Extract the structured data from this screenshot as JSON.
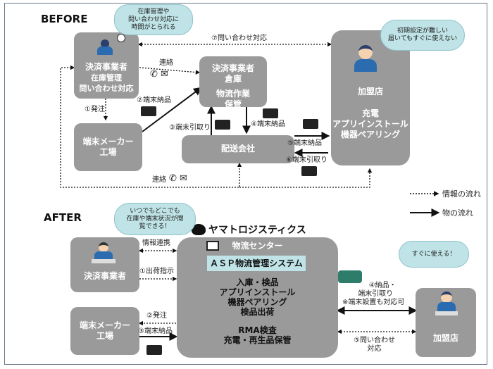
{
  "before": {
    "title": "BEFORE",
    "settlement": {
      "name": "決済事業者",
      "sub1": "在庫管理",
      "sub2": "問い合わせ対応",
      "bubble": [
        "在庫管理や",
        "問い合わせ対応に",
        "時間がとられる"
      ]
    },
    "warehouse": {
      "line1": "決済事業者",
      "line2": "倉庫",
      "line3": "物流作業",
      "line4": "保管"
    },
    "franchise": {
      "name": "加盟店",
      "line1": "充電",
      "line2": "アプリインストール",
      "line3": "機器ペアリング",
      "bubble": [
        "初期設定が難しい",
        "届いてもすぐに使えない"
      ]
    },
    "maker": {
      "line1": "端末メーカー",
      "line2": "工場"
    },
    "delivery": {
      "name": "配送会社"
    },
    "labels": {
      "inquiry": "⑦問い合わせ対応",
      "contact_top": "連絡",
      "order": "①発注",
      "deliver2": "②端末納品",
      "pickup3": "③端末引取り",
      "deliver4": "④端末納品",
      "deliver5": "⑤端末納品",
      "pickup6": "⑥端末引取り",
      "contact_bottom": "連絡"
    }
  },
  "after": {
    "title": "AFTER",
    "brand": "ヤマトロジスティクス",
    "settlement": {
      "name": "決済事業者",
      "bubble": [
        "いつでもどこでも",
        "在庫や端末状況が閲",
        "覧できる！"
      ]
    },
    "maker": {
      "line1": "端末メーカー",
      "line2": "工場"
    },
    "center": {
      "name": "物流センター",
      "system": "ＡＳＰ物流管理システム",
      "tasks": [
        "入庫・検品",
        "アプリインストール",
        "機器ペアリング",
        "検品出荷"
      ],
      "tasks2": [
        "RMA検査",
        "充電・再生品保管"
      ]
    },
    "franchise": {
      "name": "加盟店",
      "bubble": "すぐに使える！"
    },
    "labels": {
      "info_link": "情報連携",
      "ship_instr": "①出荷指示",
      "order": "②発注",
      "deliver3": "③端末納品",
      "deliver4a": "④納品・",
      "deliver4b": "端末引取り",
      "deliver4c": "※端末設置も対応可",
      "inquiry5a": "⑤問い合わせ",
      "inquiry5b": "対応"
    }
  },
  "legend": {
    "info": "情報の流れ",
    "goods": "物の流れ"
  },
  "colors": {
    "box": "#9a9a9a",
    "bubble": "#bfe3e6",
    "text_on_box": "#ffffff"
  }
}
